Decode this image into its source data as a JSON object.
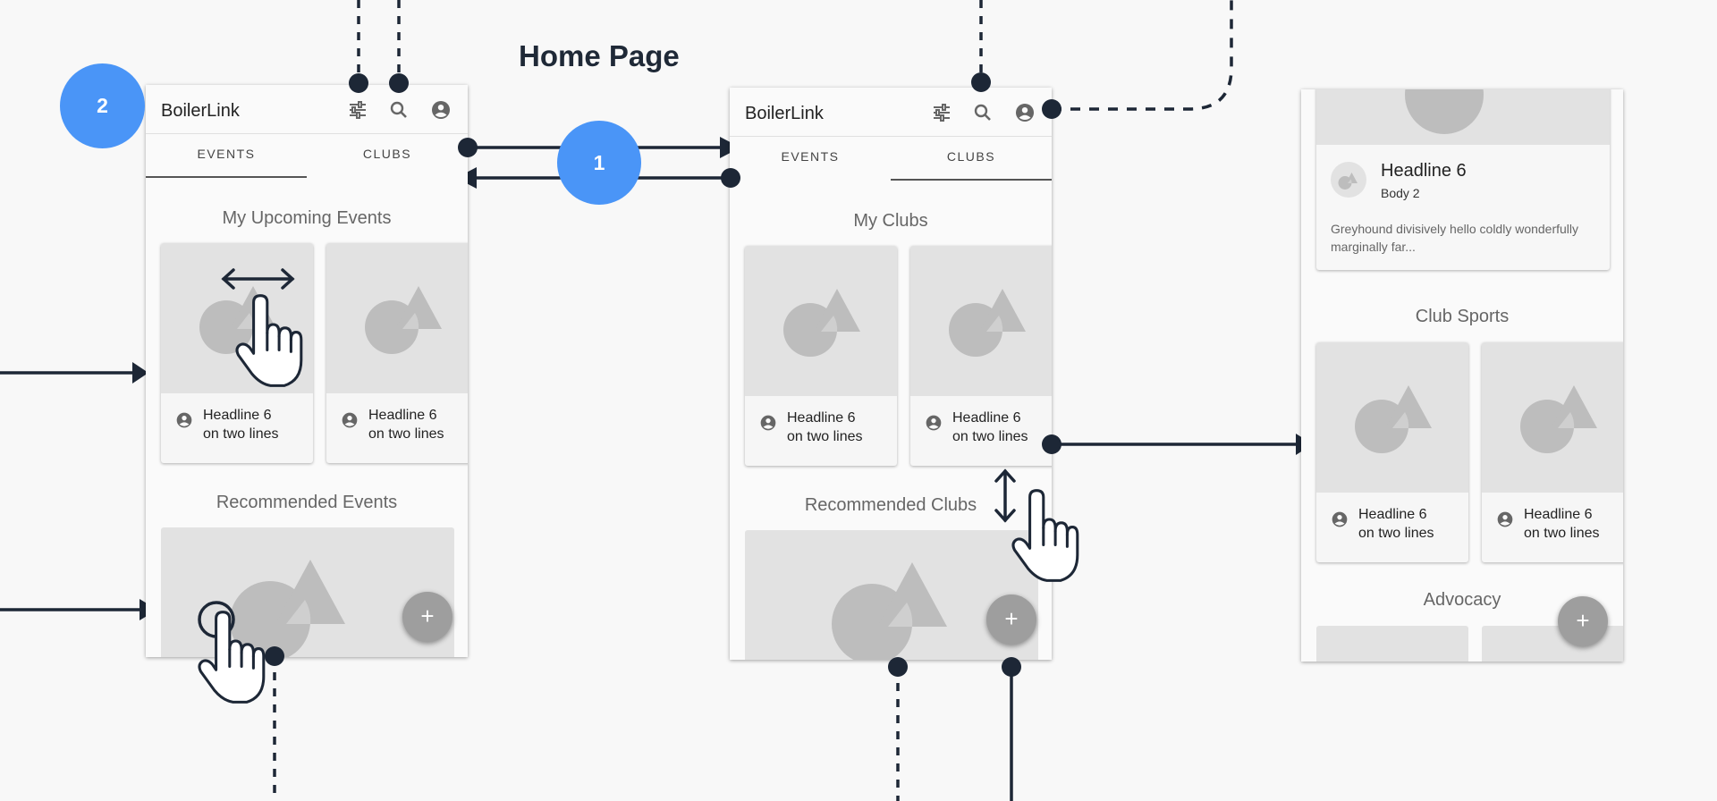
{
  "diagram": {
    "title": "Home Page",
    "steps": [
      "1",
      "2"
    ]
  },
  "screens": {
    "events": {
      "app_title": "BoilerLink",
      "tabs": [
        "EVENTS",
        "CLUBS"
      ],
      "active_tab": "EVENTS",
      "section1": "My Upcoming Events",
      "cards": [
        {
          "headline": "Headline 6\non two lines"
        },
        {
          "headline": "Headline 6\non two lines"
        }
      ],
      "section2": "Recommended Events",
      "fab": "+"
    },
    "clubs": {
      "app_title": "BoilerLink",
      "tabs": [
        "EVENTS",
        "CLUBS"
      ],
      "active_tab": "CLUBS",
      "section1": "My Clubs",
      "cards": [
        {
          "headline": "Headline 6\non two lines"
        },
        {
          "headline": "Headline 6\non two lines"
        }
      ],
      "section2": "Recommended Clubs",
      "fab": "+"
    },
    "club_detail": {
      "card": {
        "headline": "Headline 6",
        "subtitle": "Body 2",
        "body": "Greyhound divisively hello coldly wonderfully marginally far..."
      },
      "section1": "Club Sports",
      "cards": [
        {
          "headline": "Headline 6\non two lines"
        },
        {
          "headline": "Headline 6\non two lines"
        }
      ],
      "section2": "Advocacy",
      "fab": "+"
    }
  },
  "icons": {
    "filter": "tune-icon",
    "search": "search-icon",
    "account": "account-circle-icon",
    "placeholder": "image-placeholder-icon",
    "gestures": [
      "swipe-horizontal-icon",
      "tap-icon",
      "swipe-vertical-icon"
    ]
  },
  "colors": {
    "badge": "#4a95f7",
    "connector": "#1d2736",
    "placeholder_bg": "#e2e2e2",
    "placeholder_shape": "#bdbdbd",
    "fab": "#9e9e9e",
    "background": "#f8f8f8"
  }
}
